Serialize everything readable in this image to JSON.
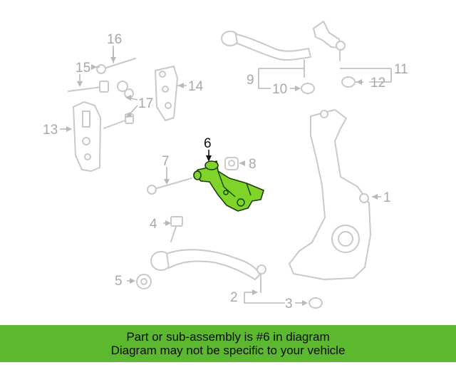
{
  "callouts": {
    "c1": "1",
    "c2": "2",
    "c3": "3",
    "c4": "4",
    "c5": "5",
    "c6": "6",
    "c7": "7",
    "c8": "8",
    "c9": "9",
    "c10": "10",
    "c11": "11",
    "c12": "12",
    "c13": "13",
    "c14": "14",
    "c15": "15",
    "c16": "16",
    "c17": "17"
  },
  "highlighted_part": "6",
  "colors": {
    "highlight": "#7fd42a",
    "banner": "#5cb82e",
    "parts": "#c9c9c9"
  },
  "banner": {
    "line1": "Part or sub-assembly is #6 in diagram",
    "line2": "Diagram may not be specific to your vehicle"
  }
}
